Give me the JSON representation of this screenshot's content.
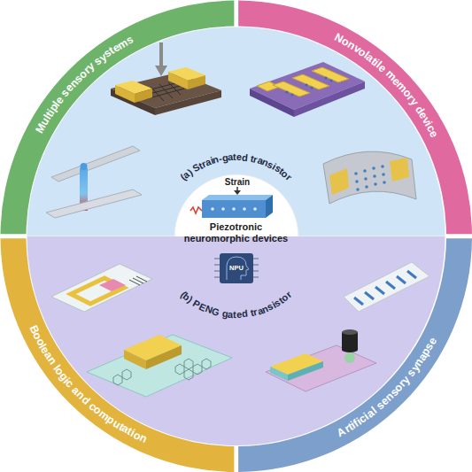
{
  "diagram": {
    "nodes": [
      {
        "text": [
          "Multiple sensory systems"
        ]
      },
      {
        "text": [
          "Nonvolatile memory device"
        ]
      },
      {
        "text": [
          "(a) Strain-gated transistor"
        ]
      },
      {
        "text": [
          "Piezotronic neuromorphic devices"
        ]
      },
      {
        "text": [
          "(b) PENG gated transistor"
        ]
      },
      {
        "text": [
          "Boolean logic and computation"
        ]
      },
      {
        "text": [
          "Artificial sensory synapse"
        ]
      }
    ],
    "labels": [
      "Strain",
      "NPU"
    ]
  }
}
